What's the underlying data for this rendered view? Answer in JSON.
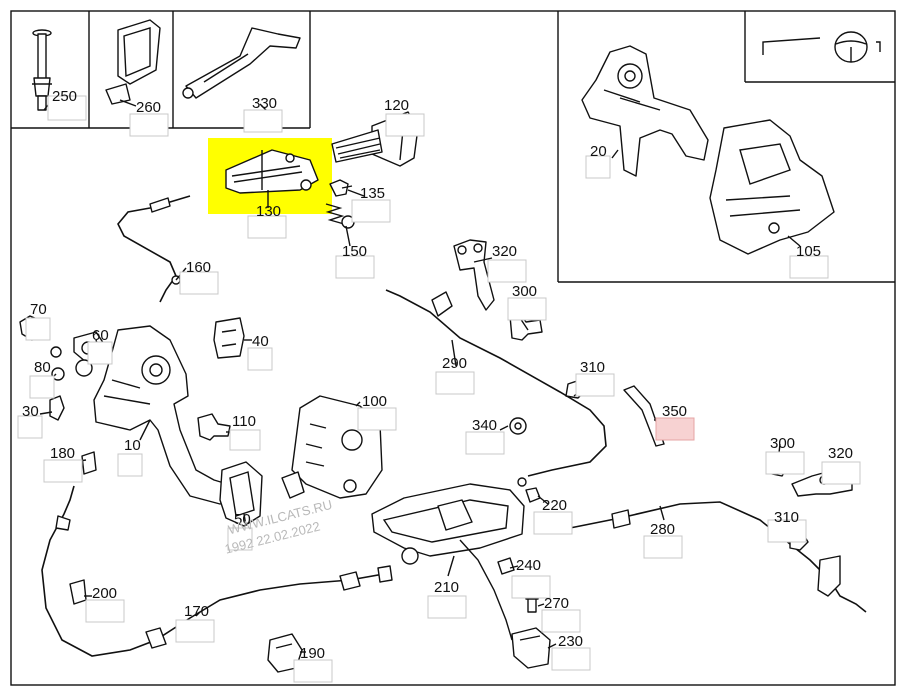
{
  "labels": {
    "p250": "250",
    "p260": "260",
    "p330": "330",
    "p120": "120",
    "p135": "135",
    "p130": "130",
    "p150": "150",
    "p20": "20",
    "p105": "105",
    "p160": "160",
    "p320a": "320",
    "p300a": "300",
    "p70": "70",
    "p60": "60",
    "p40": "40",
    "p80": "80",
    "p290": "290",
    "p310a": "310",
    "p350": "350",
    "p100": "100",
    "p30": "30",
    "p110": "110",
    "p340": "340",
    "p10": "10",
    "p180": "180",
    "p300b": "300",
    "p320b": "320",
    "p220": "220",
    "p280": "280",
    "p310b": "310",
    "p50": "50",
    "p210": "210",
    "p200": "200",
    "p240": "240",
    "p270": "270",
    "p170": "170",
    "p230": "230",
    "p190": "190"
  },
  "watermark": {
    "line1": "WWW.ILCATS.RU",
    "line2": "1992 22.02.2022"
  },
  "colors": {
    "highlight": "#ffff00",
    "selected_box": "#f7d2d2",
    "ink": "#111111"
  },
  "icons": {
    "inset_symbol": "steering-wheel-icon"
  }
}
